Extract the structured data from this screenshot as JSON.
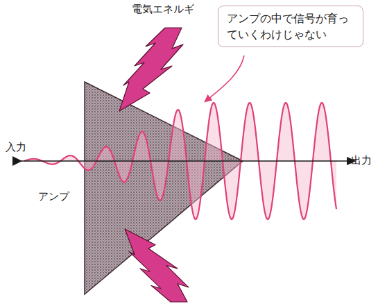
{
  "diagram": {
    "nodes": [
      {
        "text": [
          "アンプの中で信号が育っていくわけじゃない"
        ]
      }
    ],
    "labels": [
      "電気エネルギ",
      "入力",
      "アンプ",
      "出力"
    ]
  }
}
